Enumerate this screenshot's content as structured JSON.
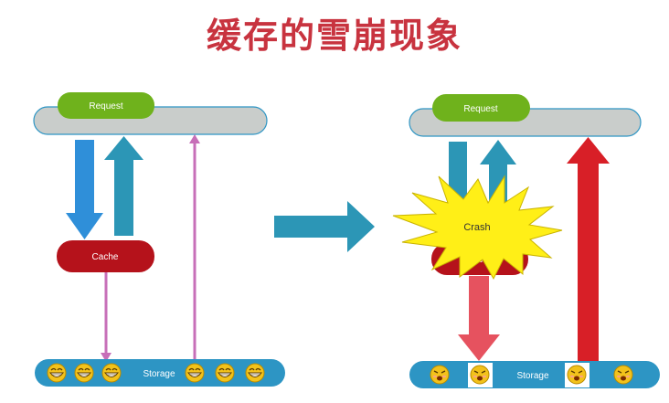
{
  "title": "缓存的雪崩现象",
  "left": {
    "request_label": "Request",
    "cache_label": "Cache",
    "storage_label": "Storage"
  },
  "right": {
    "request_label": "Request",
    "cache_label": "Cache",
    "crash_label": "Crash",
    "storage_label": "Storage"
  },
  "colors": {
    "title": "#c8333f",
    "request": "#6fb21c",
    "bar": "#c9cdcb",
    "cache": "#b5121b",
    "storage": "#2d95c4",
    "arrow_blue": "#2f8fd9",
    "arrow_teal": "#2c96b6",
    "pink_line": "#c76fb8",
    "arrow_red": "#d81f27",
    "arrow_pink": "#e6525f",
    "crash": "#ffef17"
  },
  "icons": {
    "left_storage": [
      "laughing-face-icon",
      "laughing-face-icon",
      "laughing-face-icon",
      "laughing-face-icon",
      "laughing-face-icon",
      "laughing-face-icon"
    ],
    "right_storage": [
      "sick-face-icon",
      "sick-face-icon",
      "sick-face-icon",
      "sick-face-icon"
    ]
  }
}
